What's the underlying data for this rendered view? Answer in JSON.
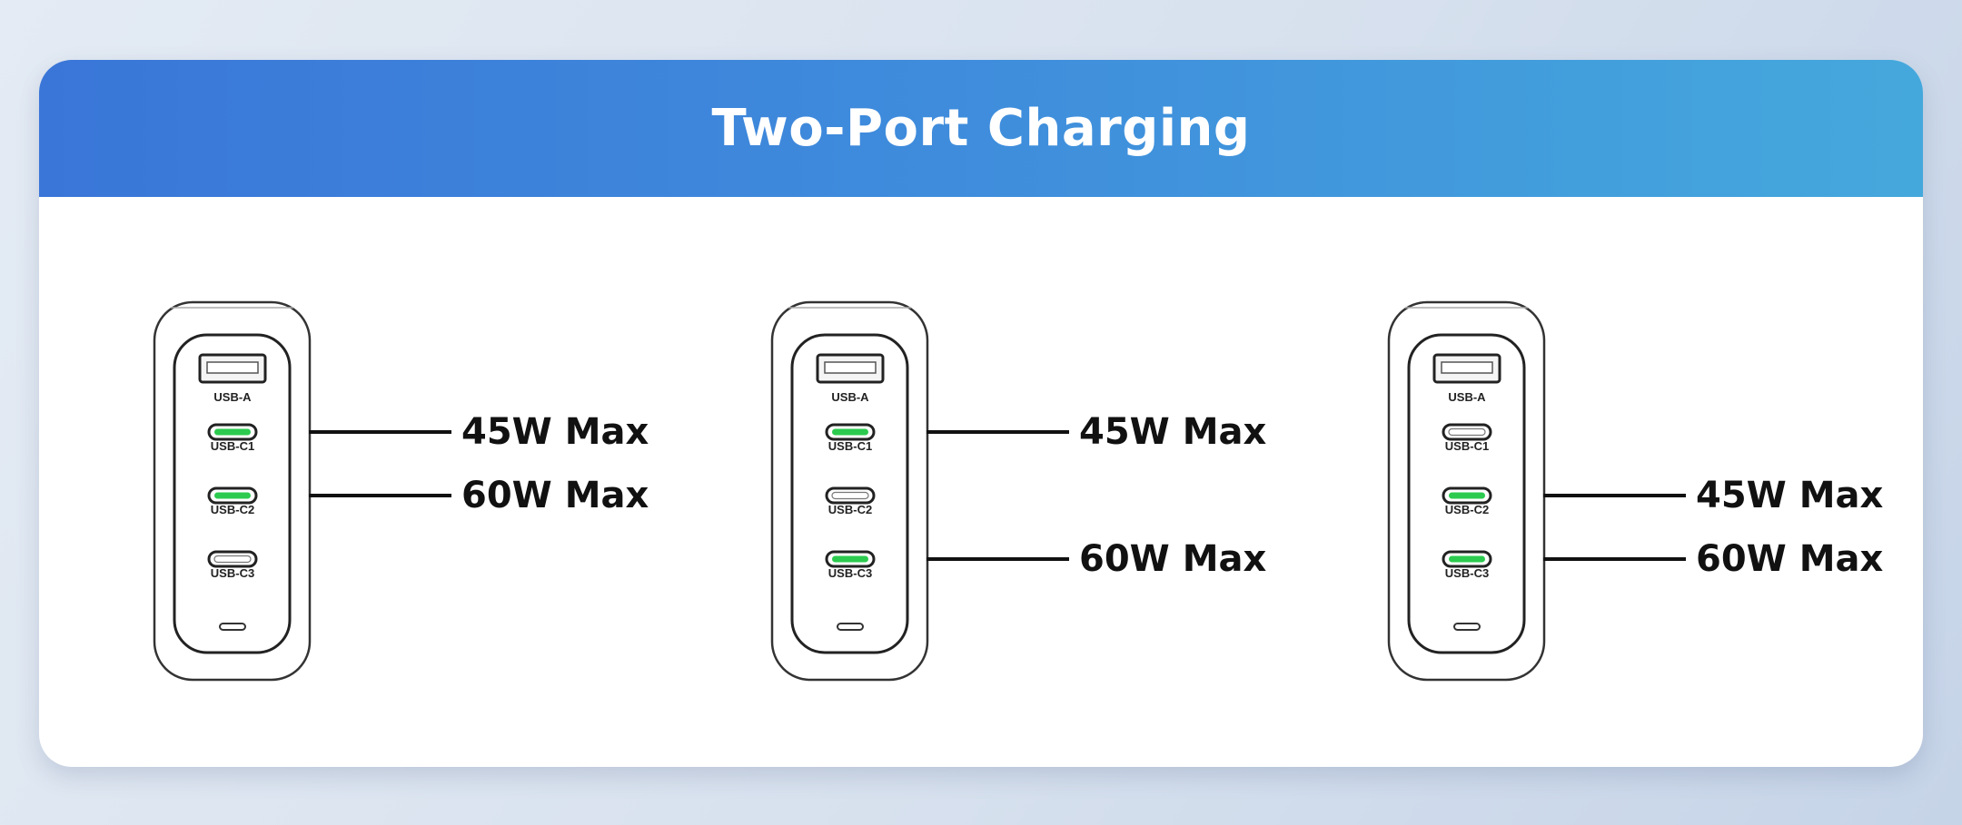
{
  "header": {
    "title": "Two-Port Charging"
  },
  "port_labels": [
    "USB-A",
    "USB-C1",
    "USB-C2",
    "USB-C3"
  ],
  "colors": {
    "active_port": "#2ccb4f",
    "inactive_port": "#ffffff",
    "banner_start": "#3a76d8",
    "banner_end": "#45a8dc"
  },
  "panels": [
    {
      "active_ports": [
        "USB-C1",
        "USB-C2"
      ],
      "callouts": [
        {
          "port": "USB-C1",
          "label": "45W Max"
        },
        {
          "port": "USB-C2",
          "label": "60W Max"
        }
      ]
    },
    {
      "active_ports": [
        "USB-C1",
        "USB-C3"
      ],
      "callouts": [
        {
          "port": "USB-C1",
          "label": "45W Max"
        },
        {
          "port": "USB-C3",
          "label": "60W Max"
        }
      ]
    },
    {
      "active_ports": [
        "USB-C2",
        "USB-C3"
      ],
      "callouts": [
        {
          "port": "USB-C2",
          "label": "45W Max"
        },
        {
          "port": "USB-C3",
          "label": "60W Max"
        }
      ]
    }
  ]
}
